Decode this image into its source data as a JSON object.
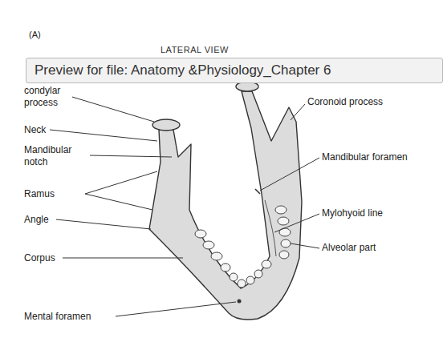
{
  "diagram": {
    "title": "LATERAL VIEW",
    "nodes": [
      {
        "text": [
          "Preview for file: Anatomy &Physiology_Chapter 6"
        ]
      }
    ],
    "labels": [
      "(A)",
      "condylar process",
      "Neck",
      "Mandibular notch",
      "Ramus",
      "Angle",
      "Corpus",
      "Mental foramen",
      "Coronoid process",
      "Mandibular foramen",
      "Mylohyoid line",
      "Alveolar part"
    ]
  }
}
